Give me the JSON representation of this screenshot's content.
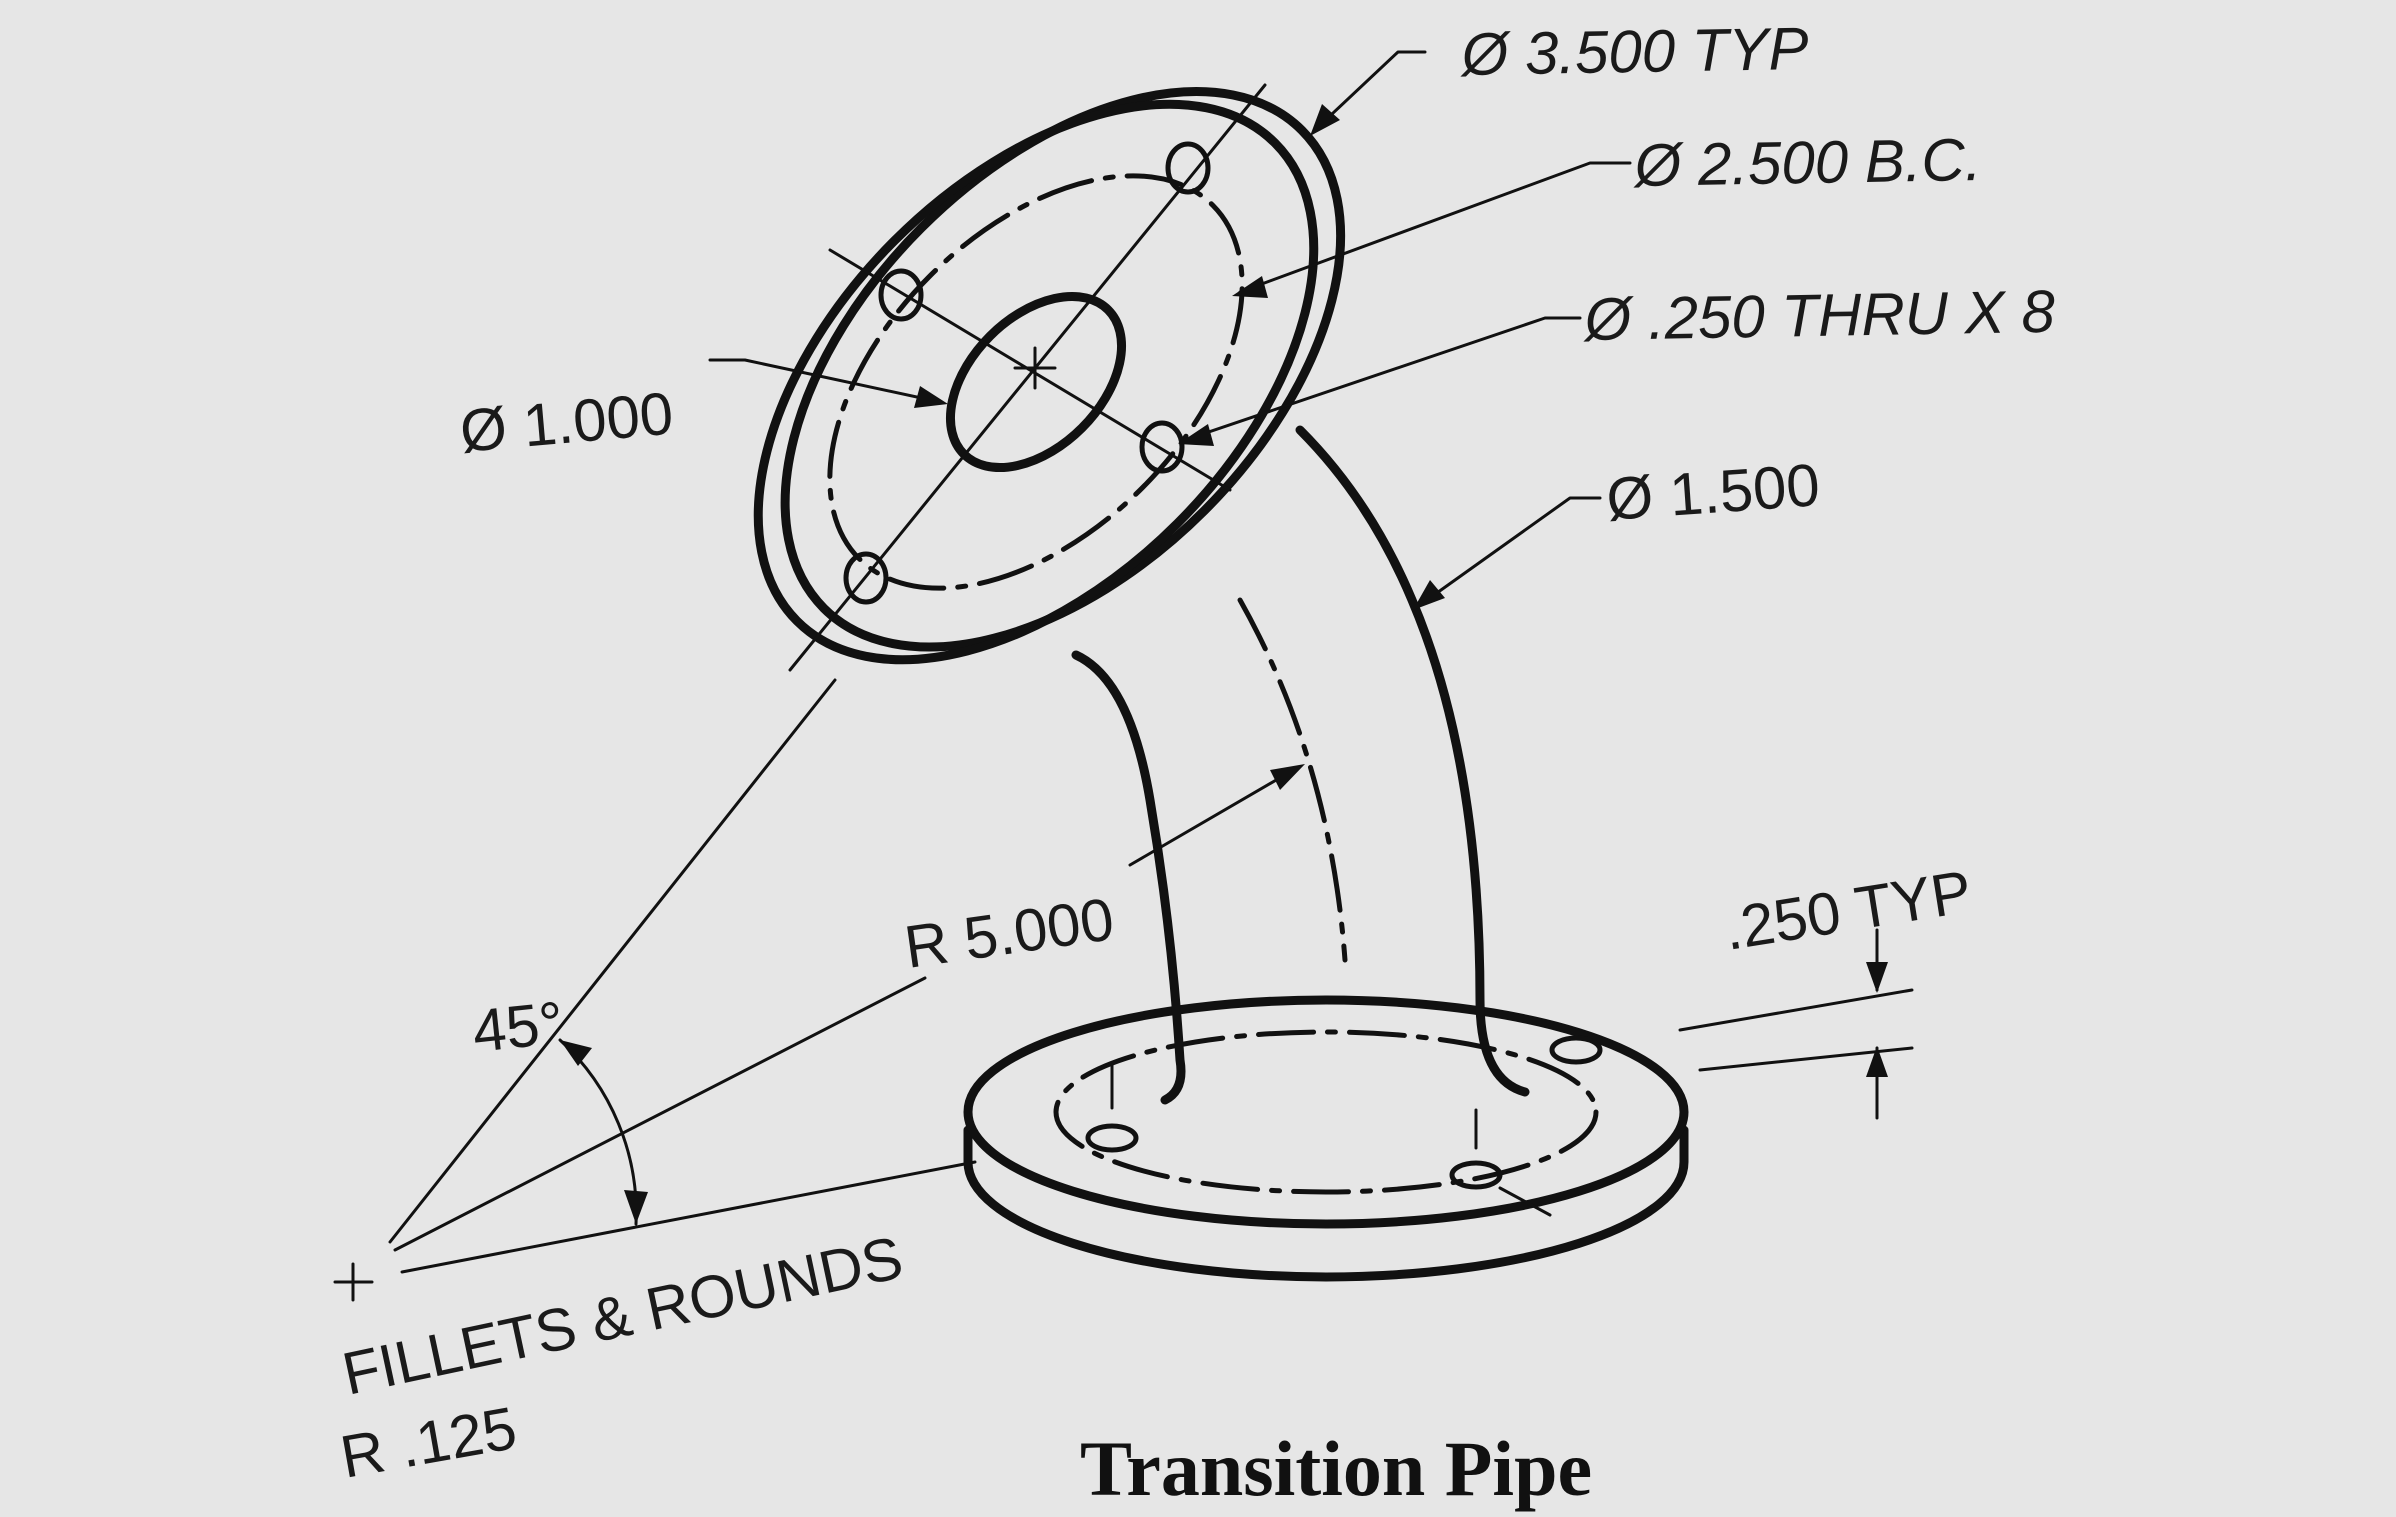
{
  "title": "Transition Pipe",
  "dimensions": {
    "flange_od": "Ø 3.500 TYP",
    "bolt_circle": "Ø 2.500 B.C.",
    "holes": "Ø .250 THRU X 8",
    "pipe_od": "Ø 1.500",
    "bore": "Ø 1.000",
    "bend_radius": "R 5.000",
    "angle": "45°",
    "flange_thickness": ".250 TYP"
  },
  "notes": {
    "fillets_line1": "FILLETS & ROUNDS",
    "fillets_line2": "R .125"
  }
}
